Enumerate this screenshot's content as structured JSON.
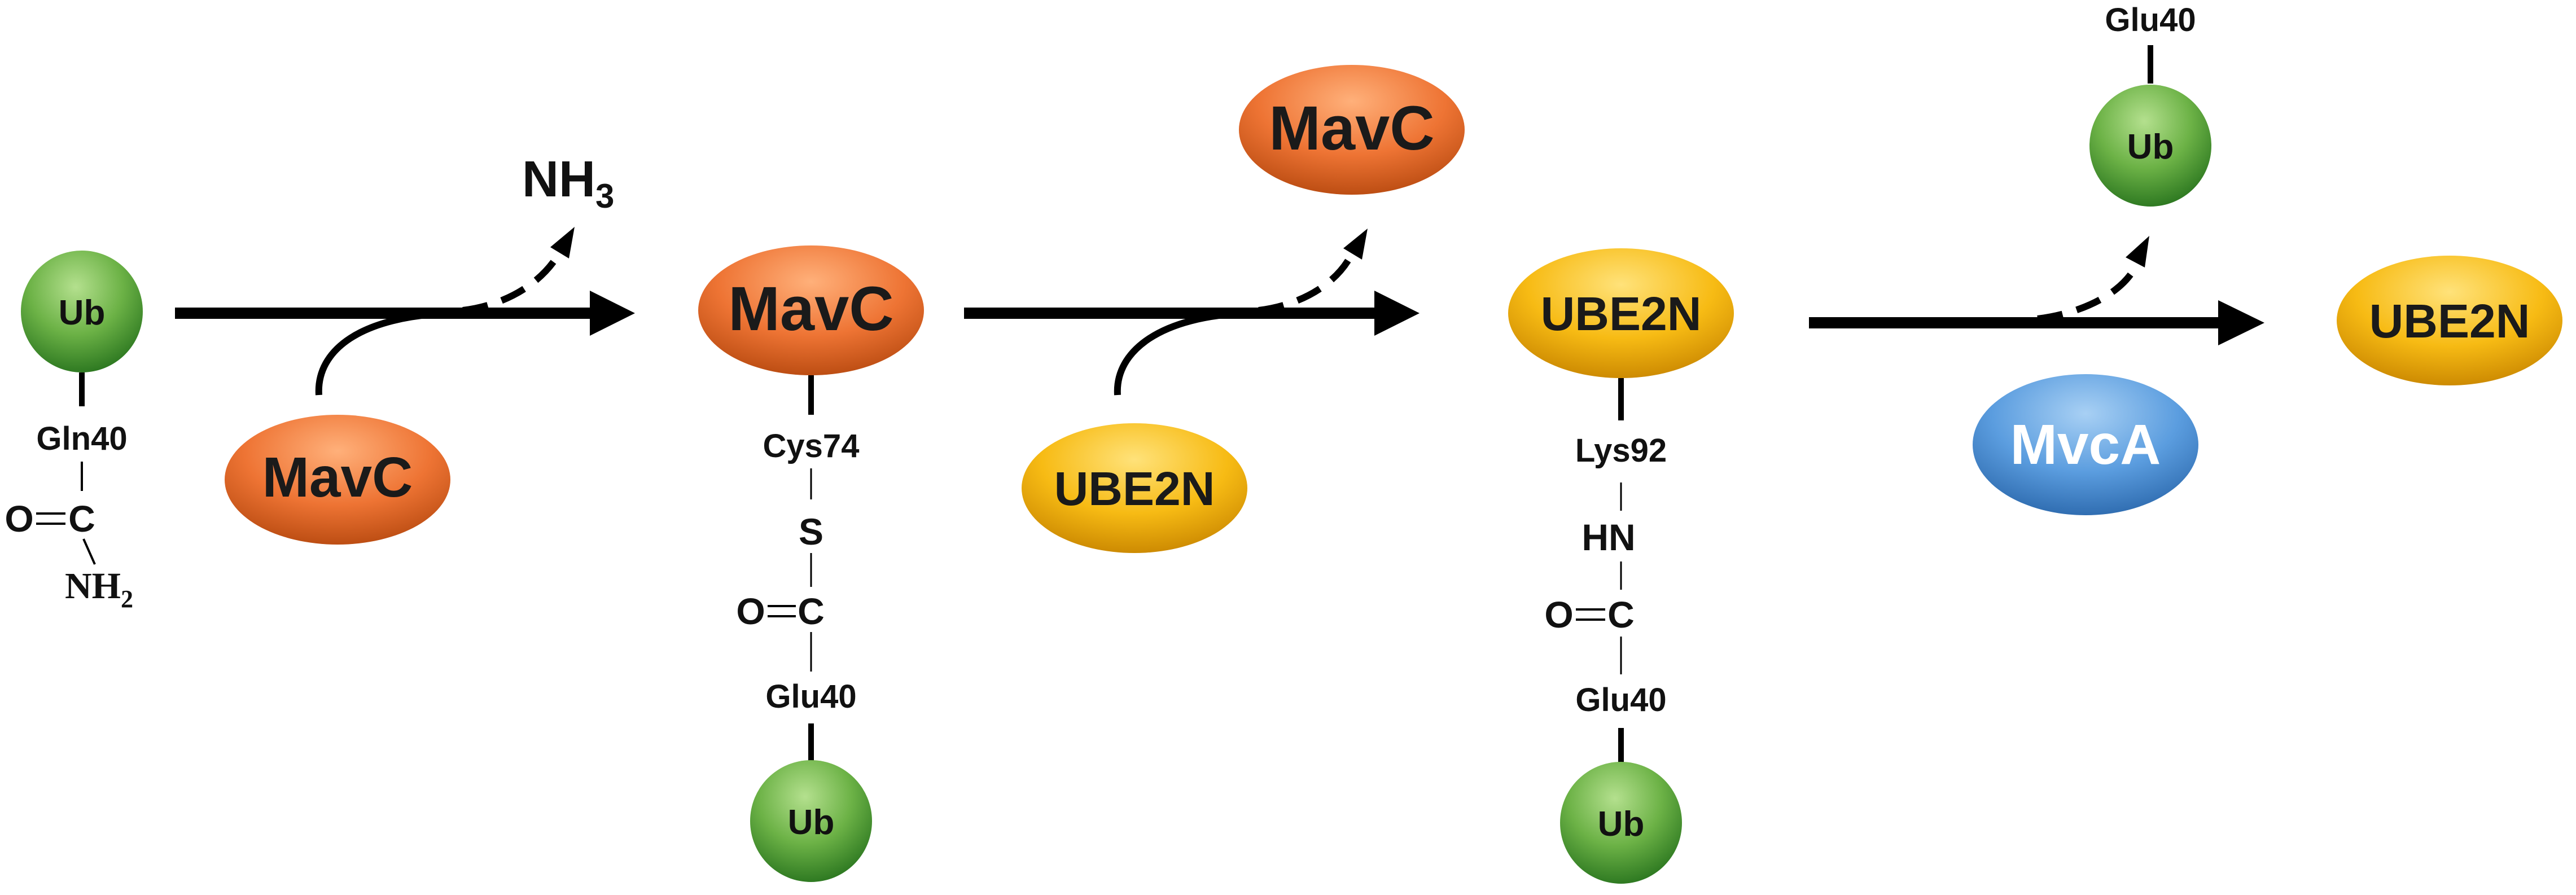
{
  "colors": {
    "ub": "#5aa33c",
    "mavc": "#e8702a",
    "ube2n": "#f5b400",
    "mvca": "#4a90d9",
    "ink": "#000000"
  },
  "step1": {
    "ub": "Ub",
    "residue": "Gln40",
    "oxygen": "O",
    "carbon": "C",
    "amide_n": "NH",
    "amide_sub": "2",
    "enzyme": "MavC",
    "byproduct_main": "NH",
    "byproduct_sub": "3"
  },
  "step2": {
    "enzyme": "MavC",
    "cys": "Cys74",
    "sulfur": "S",
    "oxygen": "O",
    "carbon": "C",
    "glu": "Glu40",
    "ub": "Ub",
    "substrate": "UBE2N",
    "released": "MavC"
  },
  "step3": {
    "ube2n": "UBE2N",
    "lys": "Lys92",
    "hn": "HN",
    "oxygen": "O",
    "carbon": "C",
    "glu": "Glu40",
    "ub": "Ub",
    "enzyme": "MvcA",
    "released_glu": "Glu40",
    "released_ub": "Ub",
    "product": "UBE2N"
  }
}
